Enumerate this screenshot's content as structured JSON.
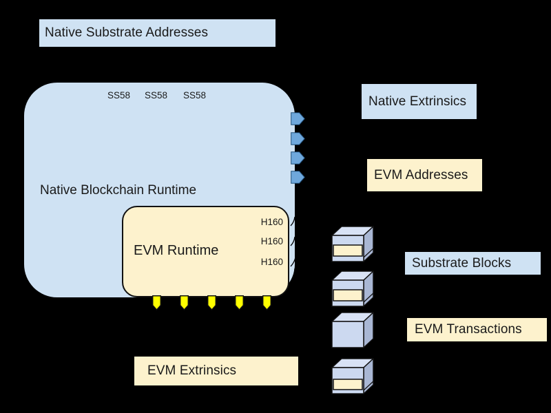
{
  "colors": {
    "bg": "#000000",
    "ink": "#1a1a1a",
    "light-blue": "#cfe2f3",
    "cream": "#fdf2cd",
    "arrow-blue": "#6fa8dc",
    "arrow-yellow": "#ffff00",
    "cube-front": "#ccd9f0",
    "cube-top": "#d8e2f5",
    "cube-side": "#a9b7d4",
    "outline": "#111111"
  },
  "boxes": {
    "native_substrate_addresses": "Native Substrate Addresses",
    "native_blockchain_runtime": "Native Blockchain Runtime",
    "evm_runtime": "EVM Runtime",
    "native_extrinsics": "Native Extrinsics",
    "evm_addresses": "EVM Addresses",
    "substrate_blocks": "Substrate Blocks",
    "evm_transactions": "EVM Transactions",
    "evm_extrinsics": "EVM Extrinsics"
  },
  "runtime_box": {
    "ss58": [
      "SS58",
      "SS58",
      "SS58"
    ]
  },
  "evm_box": {
    "h160": [
      "H160",
      "H160",
      "H160"
    ]
  }
}
